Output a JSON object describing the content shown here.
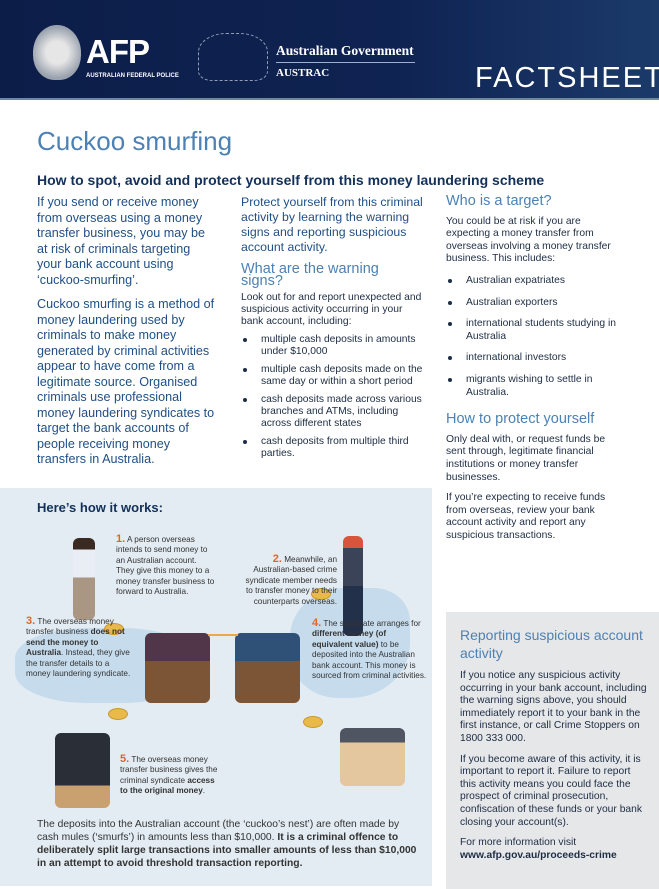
{
  "header": {
    "afp_logo": "AFP",
    "afp_sub": "AUSTRALIAN FEDERAL POLICE",
    "gov": "Australian Government",
    "austrac": "AUSTRAC",
    "factsheet": "FACTSHEET"
  },
  "title": "Cuckoo smurfing",
  "subtitle": "How to spot, avoid and protect yourself from this money laundering scheme",
  "col1": [
    "If you send or receive money from overseas using a money transfer business, you may be at risk of criminals targeting your bank account using ‘cuckoo-smurfing’.",
    "Cuckoo smurfing is a method of money laundering used by criminals to make money generated by criminal activities appear to have come from a legitimate source. Organised criminals use professional money laundering syndicates to target the bank accounts of people receiving money transfers in Australia."
  ],
  "col2": {
    "lead": "Protect yourself from this criminal activity by learning the warning signs and reporting suspicious account activity.",
    "heading": "What are the warning signs?",
    "intro": "Look out for and report unexpected and suspicious activity occurring in your bank account, including:",
    "items": [
      "multiple cash deposits in amounts under $10,000",
      "multiple cash deposits made on the same day or within a short period",
      "cash deposits made across various branches and ATMs, including across different states",
      "cash deposits from multiple third parties."
    ]
  },
  "col3": {
    "heading": "Who is a target?",
    "intro": "You could be at risk if you are expecting a money transfer from overseas involving a money transfer business. This includes:",
    "items": [
      "Australian expatriates",
      "Australian exporters",
      "international students studying in Australia",
      "international investors",
      "migrants wishing to settle in Australia."
    ],
    "heading2": "How to protect yourself",
    "p1": "Only deal with, or request funds be sent through, legitimate financial institutions or money transfer businesses.",
    "p2": "If you’re expecting to receive funds from overseas, review your bank account activity and report any suspicious transactions."
  },
  "info": {
    "heading": "Here’s how it works:",
    "s1": {
      "n": "1.",
      "t": "A person overseas intends to send money to an Australian account. They give this money to a money transfer business to forward to Australia."
    },
    "s2": {
      "n": "2.",
      "t": "Meanwhile, an Australian-based crime syndicate member needs to transfer money to their counterparts overseas."
    },
    "s3": {
      "n": "3.",
      "a": "The overseas money transfer business ",
      "b": "does not send the money to Australia",
      "c": ". Instead, they give the transfer details to a money laundering syndicate."
    },
    "s4": {
      "n": "4.",
      "a": "The syndicate arranges for ",
      "b": "different money (of equivalent value)",
      "c": " to be deposited into the Australian bank account. This money is sourced from criminal activities."
    },
    "s5": {
      "n": "5.",
      "a": "The overseas money transfer business gives the criminal syndicate ",
      "b": "access to the original money",
      "c": "."
    },
    "foot_a": "The deposits into the Australian account (the ‘cuckoo’s nest’) are often made by cash mules (‘smurfs’) in amounts less than $10,000. ",
    "foot_b": "It is a criminal offence to deliberately split large transactions into smaller amounts of less than $10,000 in an attempt to avoid threshold transaction reporting."
  },
  "report": {
    "heading": "Reporting suspicious account activity",
    "p1": "If you notice any suspicious activity occurring in your bank account, including the warning signs above, you should immediately report it to your bank in the first instance, or call Crime Stoppers on 1800 333 000.",
    "p2": "If you become aware of this activity, it is important to report it. Failure to report this activity means you could face the prospect of criminal prosecution, confiscation of these funds or your bank closing your account(s).",
    "p3": "For more information visit",
    "link": "www.afp.gov.au/proceeds-crime"
  }
}
